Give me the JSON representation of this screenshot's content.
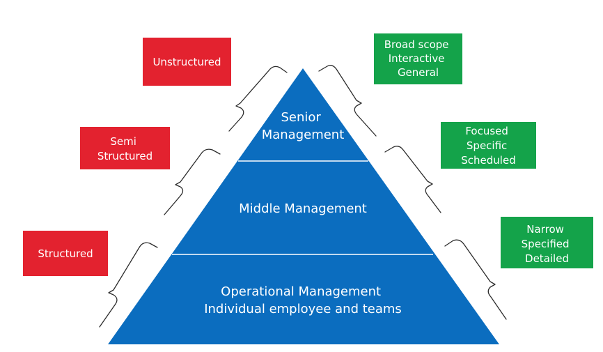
{
  "colors": {
    "pyramid": "#0b6dbf",
    "divider": "#ffffff",
    "problem_box": "#e3222f",
    "decision_box": "#14a34a",
    "bracket": "#2b2b2b"
  },
  "levels": {
    "senior": [
      "Senior",
      "Management"
    ],
    "middle": [
      "Middle Management"
    ],
    "operational": [
      "Operational Management",
      "Individual employee and teams"
    ]
  },
  "left_labels": {
    "unstructured": [
      "Unstructured"
    ],
    "semi": [
      "Semi",
      "Structured"
    ],
    "structured": [
      "Structured"
    ]
  },
  "right_labels": {
    "senior": [
      "Broad scope",
      "Interactive",
      "General"
    ],
    "middle": [
      "Focused",
      "Specific",
      "Scheduled"
    ],
    "operational": [
      "Narrow",
      "Specified",
      "Detailed"
    ]
  }
}
